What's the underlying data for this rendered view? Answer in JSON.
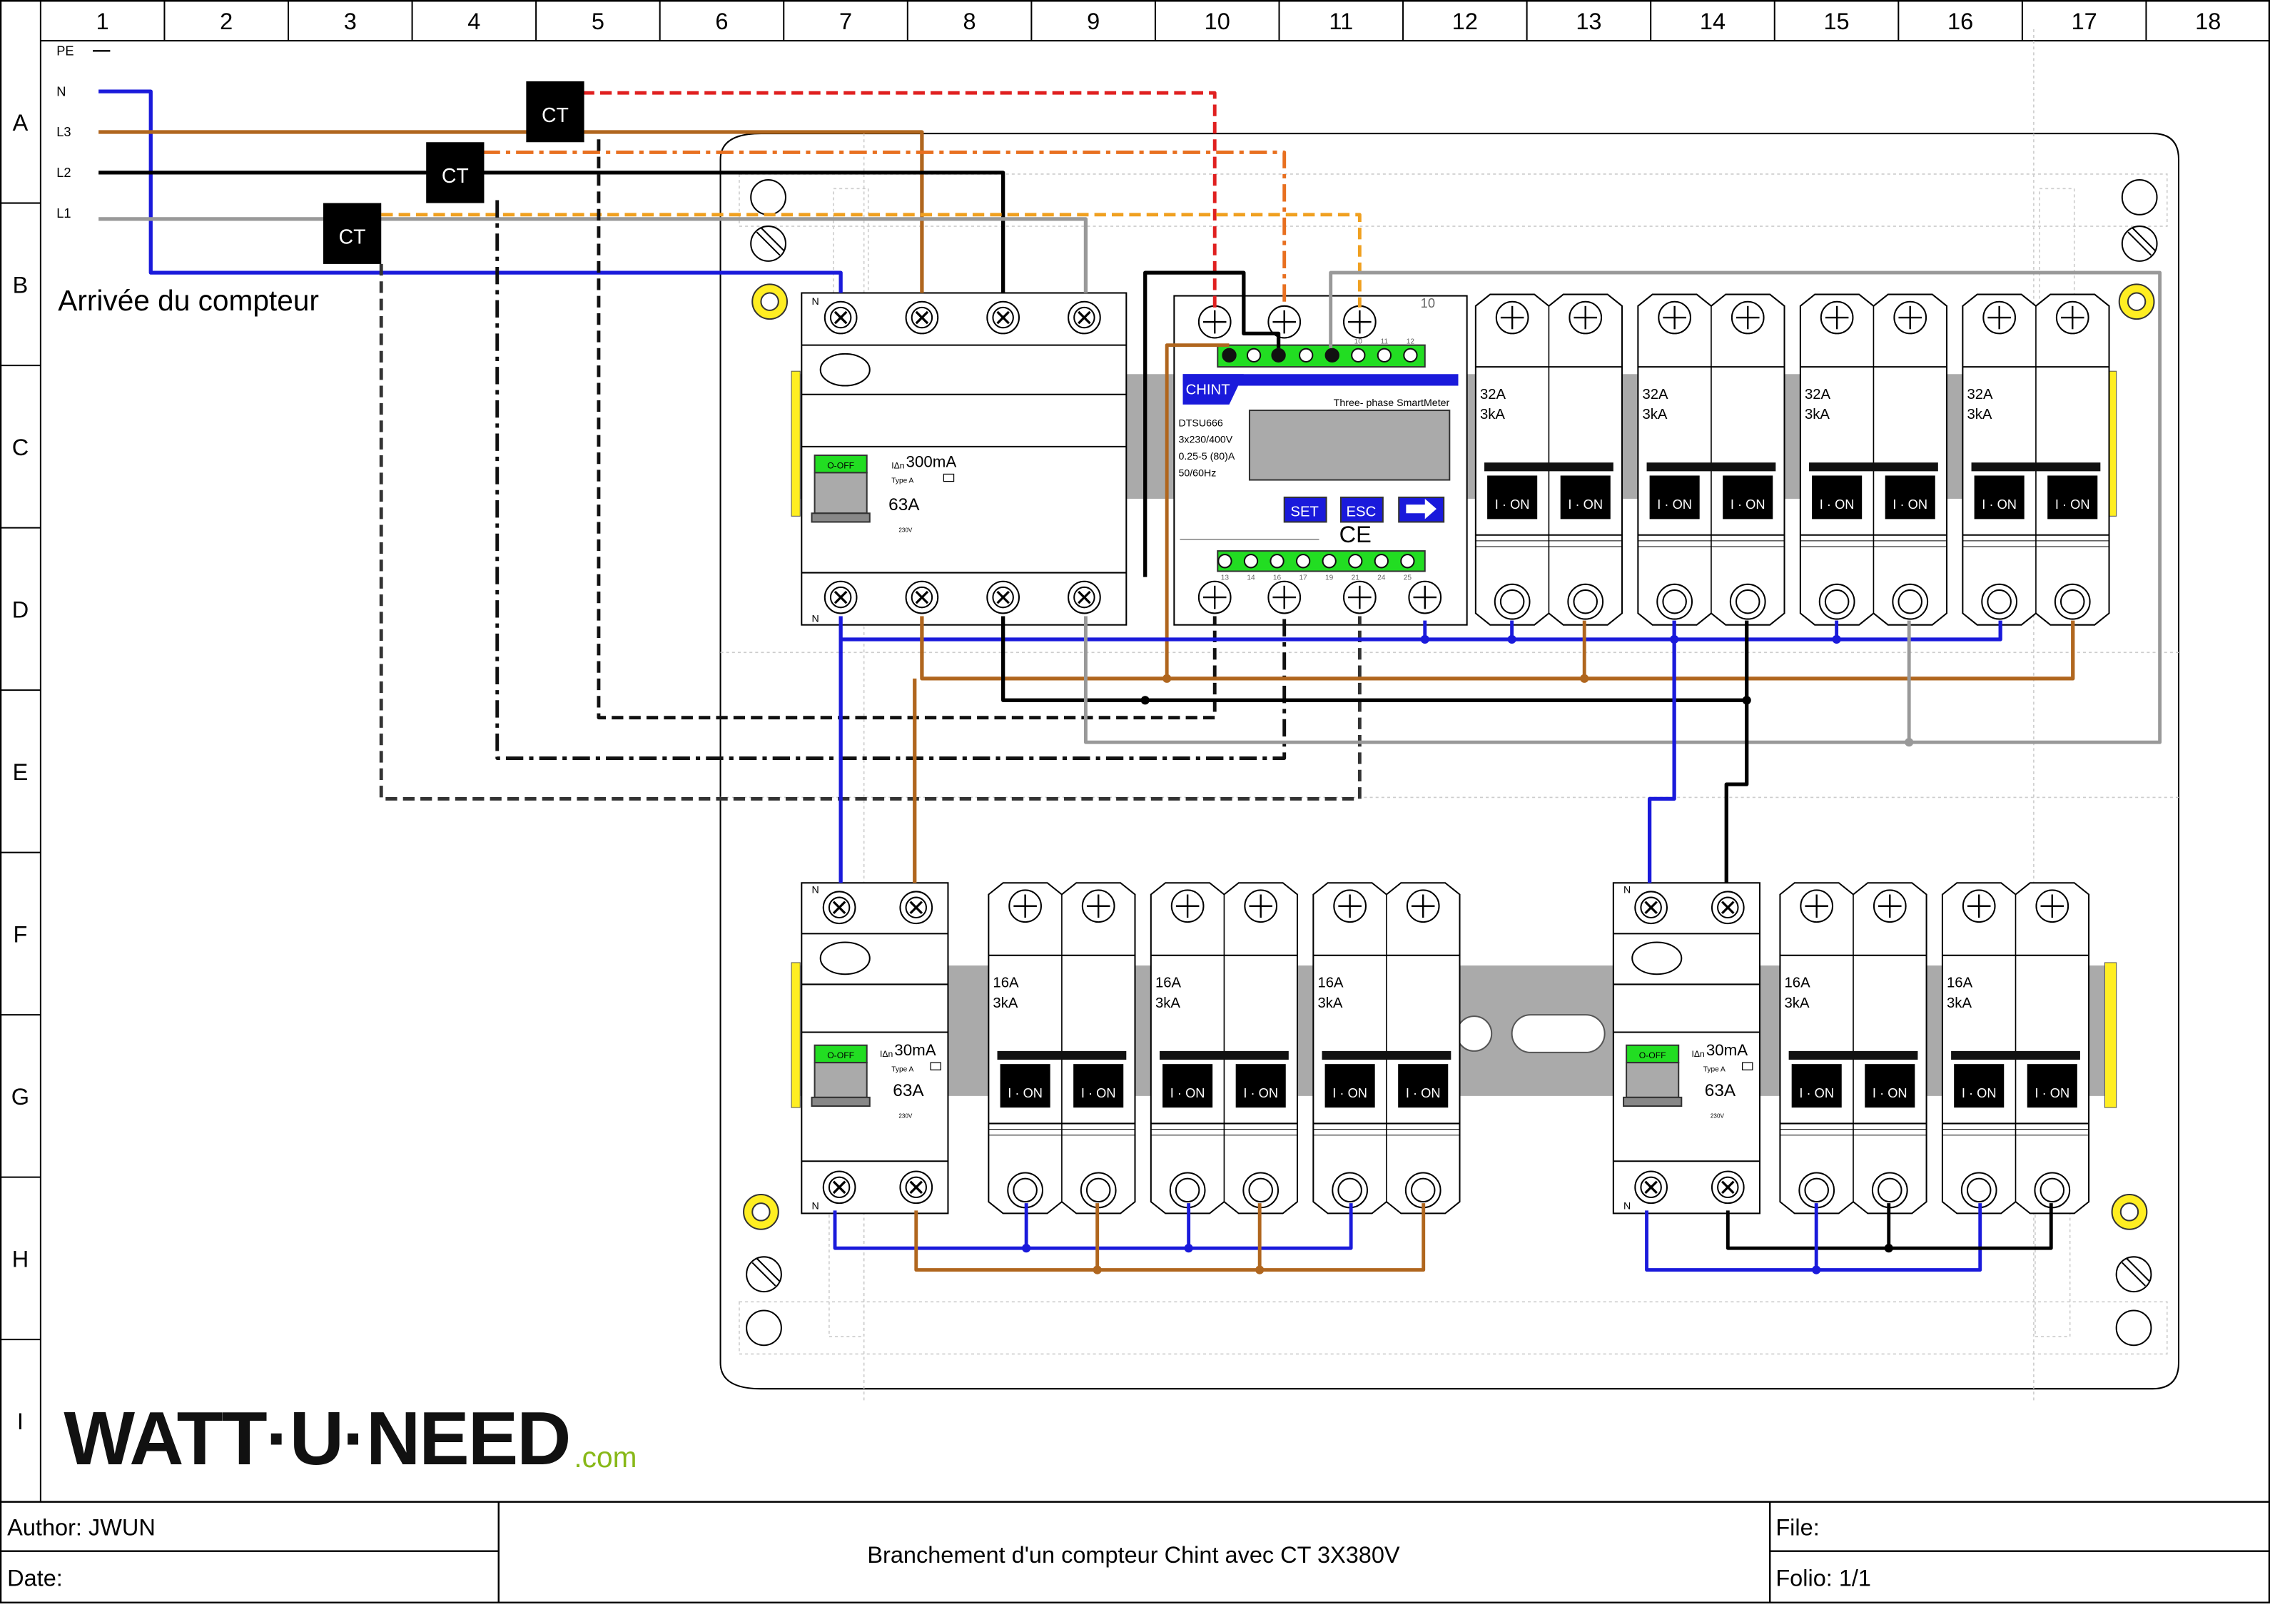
{
  "columns": [
    "1",
    "2",
    "3",
    "4",
    "5",
    "6",
    "7",
    "8",
    "9",
    "10",
    "11",
    "12",
    "13",
    "14",
    "15",
    "16",
    "17",
    "18"
  ],
  "rows": [
    "A",
    "B",
    "C",
    "D",
    "E",
    "F",
    "G",
    "H",
    "I"
  ],
  "supply": {
    "lines": [
      {
        "label": "PE",
        "color": "#000000"
      },
      {
        "label": "N",
        "color": "#1a1adb"
      },
      {
        "label": "L3",
        "color": "#b0661e"
      },
      {
        "label": "L2",
        "color": "#000000"
      },
      {
        "label": "L1",
        "color": "#999999"
      }
    ],
    "caption": "Arrivée du compteur",
    "ct_label": "CT"
  },
  "rcd_main": {
    "rating": "300mA",
    "type": "Type A",
    "current": "63A",
    "voltage": "230V",
    "off_label": "O-OFF",
    "n_label": "N",
    "idn": "IΔn"
  },
  "rcd_small": {
    "rating": "30mA",
    "type": "Type A",
    "current": "63A",
    "voltage": "230V",
    "off_label": "O-OFF",
    "n_label": "N",
    "idn": "IΔn"
  },
  "meter": {
    "brand": "CHINT",
    "title": "Three- phase SmartMeter",
    "specs": [
      "DTSU666",
      "3x230/400V",
      "0.25-5 (80)A",
      "50/60Hz"
    ],
    "buttons": [
      "SET",
      "ESC"
    ],
    "ce": "CE",
    "top_terminal_numbers": [
      "10",
      "11",
      "12"
    ],
    "bottom_terminal_numbers": [
      "13",
      "14",
      "16",
      "17",
      "19",
      "21",
      "24",
      "25"
    ]
  },
  "breakers_top": {
    "rating": "32A",
    "breaking": "3kA",
    "count": 4
  },
  "breakers_bottom": {
    "rating": "16A",
    "breaking": "3kA"
  },
  "breaker_on_label": "I · ON",
  "logo": {
    "brand": "WATT·U·NEED",
    "suffix": ".com"
  },
  "footer": {
    "author": "Author: JWUN",
    "date": "Date:",
    "title": "Branchement d'un compteur Chint  avec CT 3X380V",
    "file": "File:",
    "folio": "Folio: 1/1"
  },
  "colors": {
    "neutral": "#1a1adb",
    "l3": "#b0661e",
    "l2": "#000000",
    "l1": "#999999",
    "ct1": "#e02020",
    "ct2": "#e87020",
    "ct3": "#f0a020",
    "green": "#22dd22",
    "brand_blue": "#1a1adb"
  }
}
